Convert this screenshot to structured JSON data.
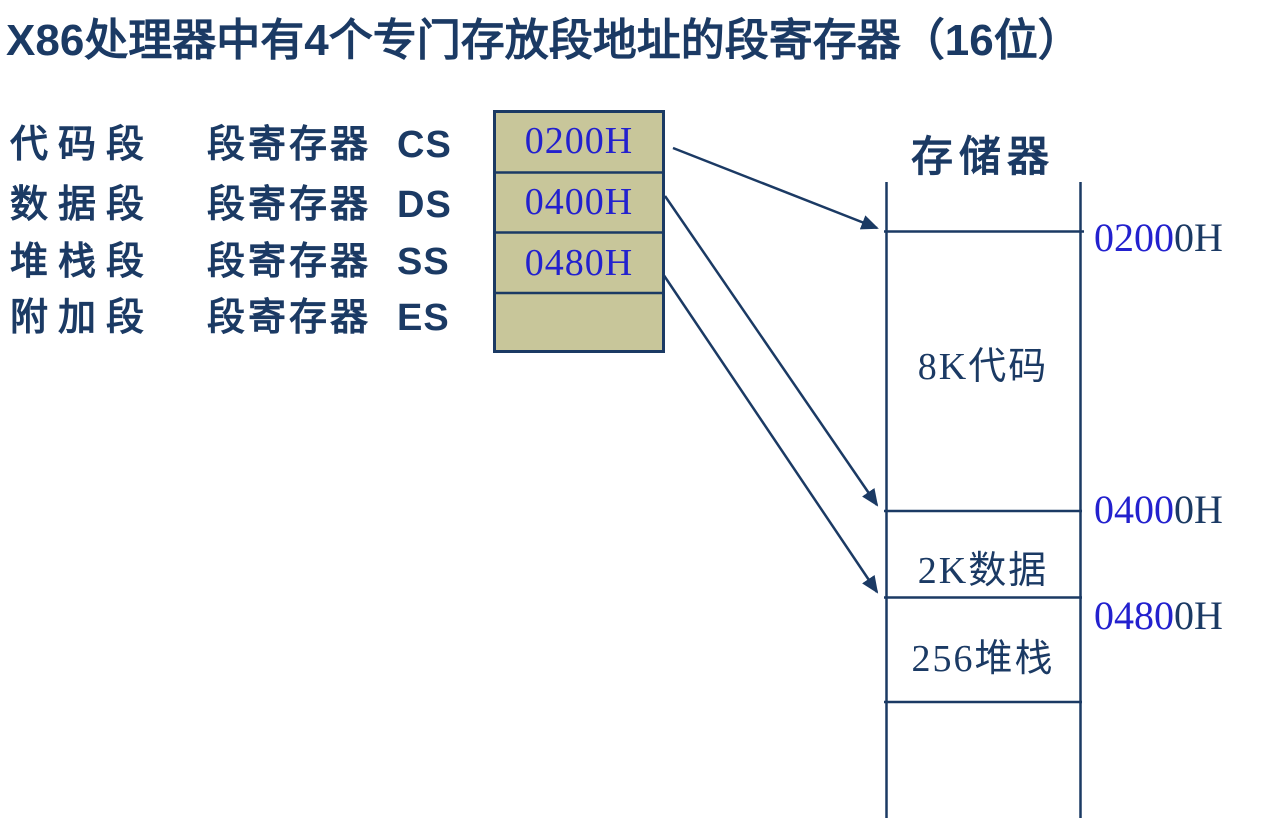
{
  "title": "X86处理器中有4个专门存放段地址的段寄存器（16位）",
  "registers": {
    "rows": [
      {
        "segment": "代码段",
        "label": "段寄存器",
        "name": "CS",
        "value": "0200H"
      },
      {
        "segment": "数据段",
        "label": "段寄存器",
        "name": "DS",
        "value": "0400H"
      },
      {
        "segment": "堆栈段",
        "label": "段寄存器",
        "name": "SS",
        "value": "0480H"
      },
      {
        "segment": "附加段",
        "label": "段寄存器",
        "name": "ES",
        "value": ""
      }
    ]
  },
  "memory": {
    "title": "存储器",
    "regions": [
      {
        "label": "8K代码",
        "address": "02000H",
        "address_prefix": "0200",
        "address_suffix": "0H"
      },
      {
        "label": "2K数据",
        "address": "04000H",
        "address_prefix": "0400",
        "address_suffix": "0H"
      },
      {
        "label": "256堆栈",
        "address": "04800H",
        "address_prefix": "0480",
        "address_suffix": "0H"
      }
    ]
  },
  "colors": {
    "navy": "#1B3A64",
    "blue": "#2321CE",
    "register_box_fill": "#C8C69A",
    "background": "#FFFFFF"
  }
}
